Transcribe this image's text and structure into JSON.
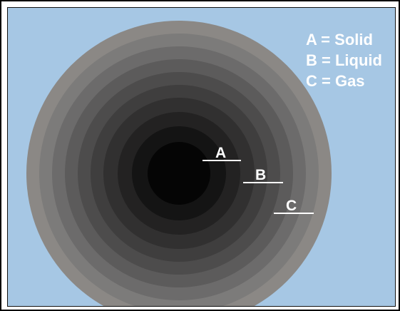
{
  "diagram": {
    "legend": [
      {
        "key": "A",
        "text": "A = Solid"
      },
      {
        "key": "B",
        "text": "B = Liquid"
      },
      {
        "key": "C",
        "text": "C = Gas"
      }
    ],
    "markers": [
      {
        "letter": "A"
      },
      {
        "letter": "B"
      },
      {
        "letter": "C"
      }
    ]
  },
  "colors": {
    "background": "#a6c7e4",
    "rings_outer_to_inner": [
      "#8b8885",
      "#7c7b7a",
      "#6c6b6b",
      "#5c5b5b",
      "#4d4c4c",
      "#3f3e3e",
      "#313030",
      "#232222",
      "#141414",
      "#050505"
    ],
    "label_color": "#ffffff"
  }
}
